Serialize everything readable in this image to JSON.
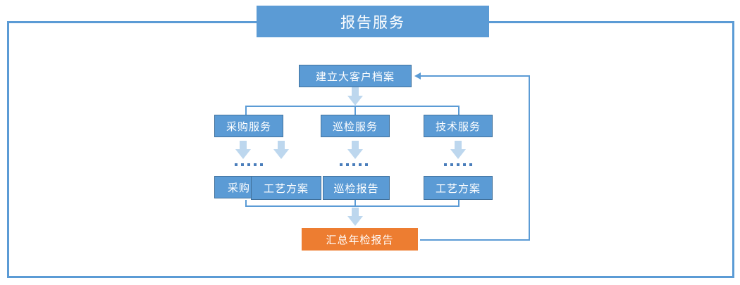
{
  "diagram": {
    "title": "报告服务",
    "colors": {
      "primary_blue": "#5B9BD5",
      "box_border": "#41719C",
      "accent_orange": "#ED7D31",
      "arrow_fill": "#BDD7EE",
      "connector": "#5B9BD5"
    },
    "nodes": {
      "root": "建立大客户档案",
      "services": [
        "采购服务",
        "巡检服务",
        "技术服务"
      ],
      "outputs": [
        "采购",
        "工艺方案",
        "巡检报告",
        "工艺方案"
      ],
      "summary": "汇总年检报告"
    },
    "ellipsis": "· · · · ·"
  }
}
